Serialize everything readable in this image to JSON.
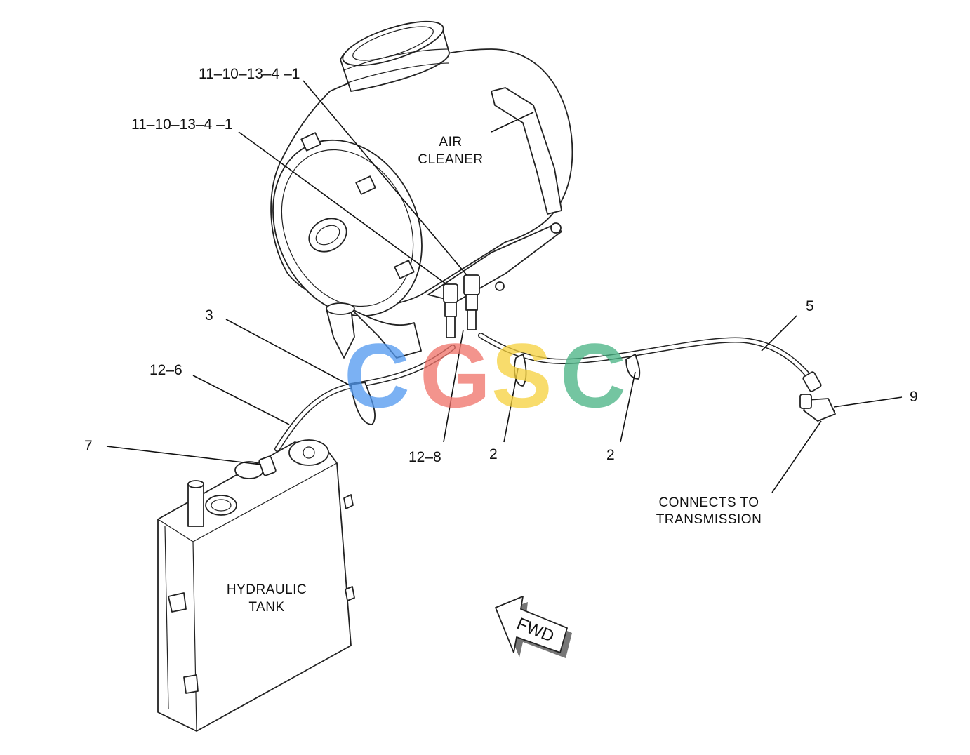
{
  "callouts": [
    {
      "id": "c1",
      "text": "11–10–13–4 –1"
    },
    {
      "id": "c2",
      "text": "11–10–13–4 –1"
    },
    {
      "id": "c3",
      "text": "3"
    },
    {
      "id": "c4",
      "text": "12–6"
    },
    {
      "id": "c5",
      "text": "7"
    },
    {
      "id": "c6",
      "text": "12–8"
    },
    {
      "id": "c7",
      "text": "2"
    },
    {
      "id": "c8",
      "text": "2"
    },
    {
      "id": "c9",
      "text": "5"
    },
    {
      "id": "c10",
      "text": "9"
    }
  ],
  "notes": {
    "air_cleaner": [
      "AIR",
      "CLEANER"
    ],
    "hydraulic_tank": [
      "HYDRAULIC",
      "TANK"
    ],
    "connects": [
      "CONNECTS TO",
      "TRANSMISSION"
    ]
  },
  "arrow": {
    "label": "FWD"
  },
  "watermark": {
    "letters": [
      "C",
      "G",
      "S",
      "C"
    ],
    "colors": [
      "#4f97ef",
      "#ef7168",
      "#f6d13c",
      "#46b282"
    ]
  }
}
